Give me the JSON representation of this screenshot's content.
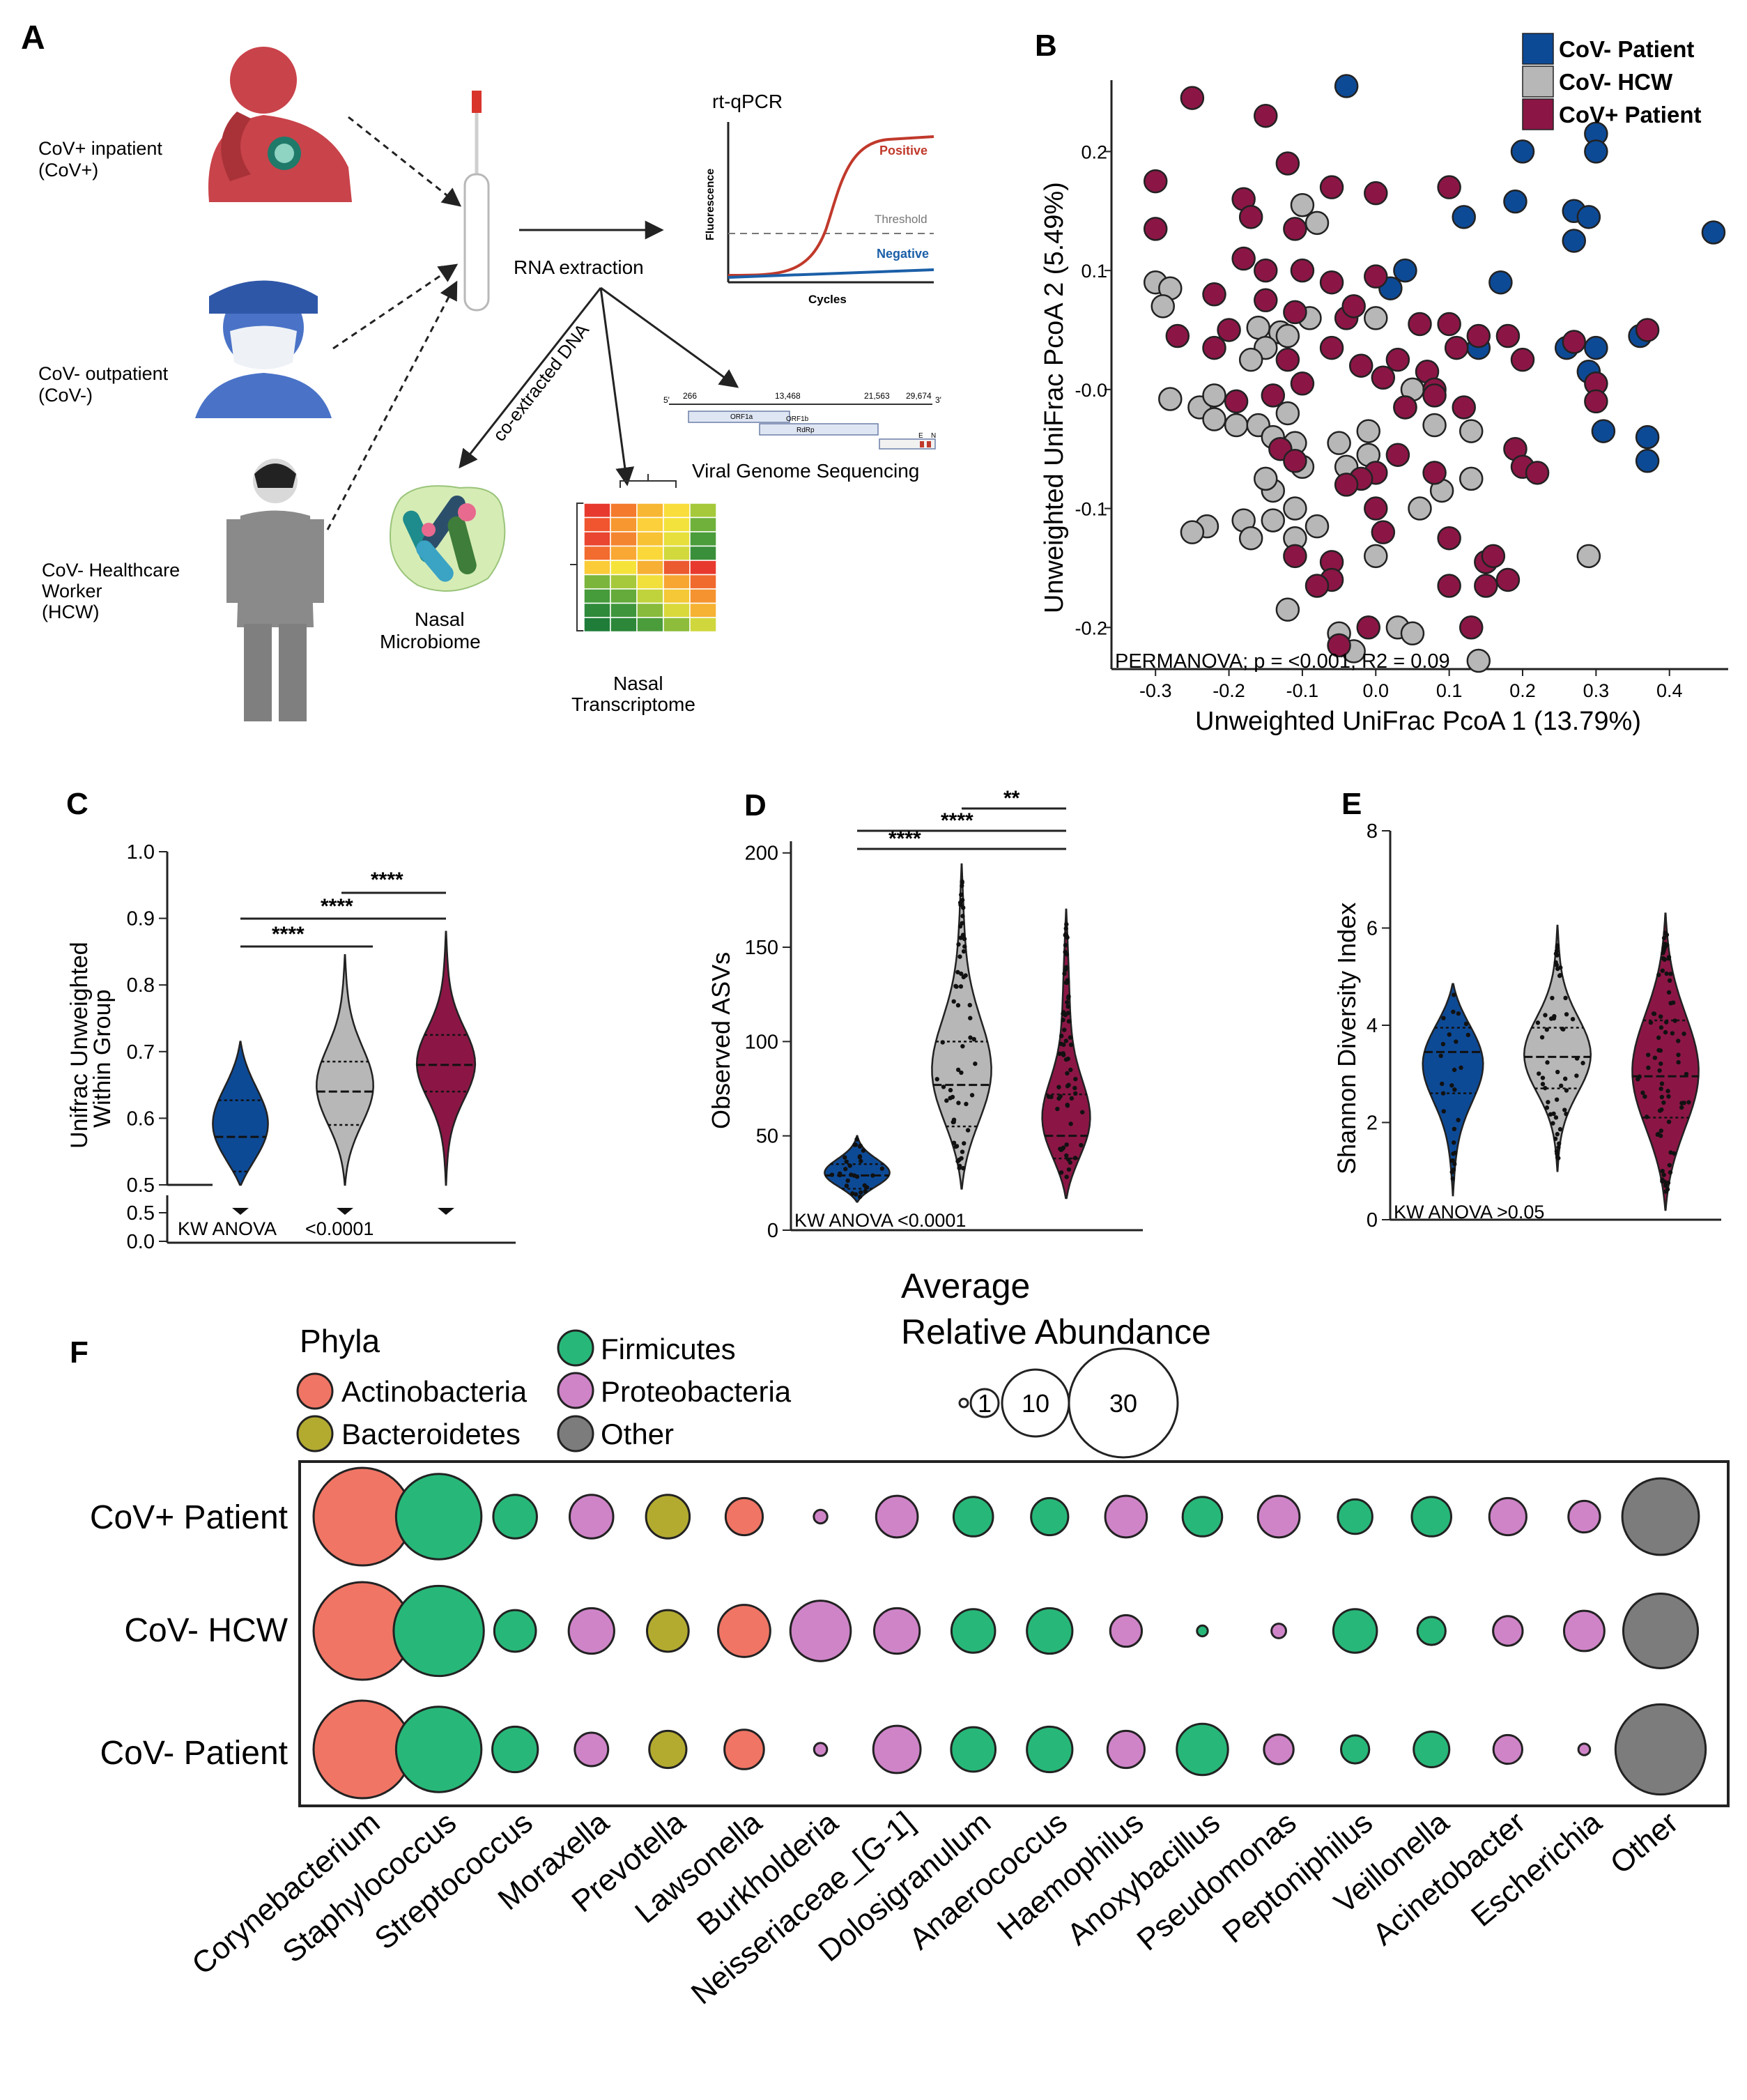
{
  "colors": {
    "cov_patient": "#0d4a96",
    "hcw": "#b7b7b7",
    "cov_plus": "#8b1646",
    "actinobacteria": "#f07565",
    "bacteroidetes": "#b3ab30",
    "firmicutes": "#27b879",
    "proteobacteria": "#cf84c8",
    "other": "#7c7c7c",
    "red_curve": "#c0392b",
    "blue_curve": "#1b5fa8"
  },
  "panels": {
    "A": "A",
    "B": "B",
    "C": "C",
    "D": "D",
    "E": "E",
    "F": "F"
  },
  "panelA": {
    "cov_plus_label": "CoV+ inpatient",
    "cov_plus_abbr": "(CoV+)",
    "cov_minus_label": "CoV- outpatient",
    "cov_minus_abbr": "(CoV-)",
    "hcw_label_1": "CoV- Healthcare",
    "hcw_label_2": "Worker",
    "hcw_abbr": "(HCW)",
    "rna_extraction": "RNA extraction",
    "coextracted": "co-extracted DNA",
    "rtqpcr": "rt-qPCR",
    "fluorescence": "Fluorescence",
    "cycles": "Cycles",
    "positive": "Positive",
    "negative": "Negative",
    "threshold": "Threshold",
    "viral_seq": "Viral Genome Sequencing",
    "genome_5p": "5'",
    "genome_3p": "3'",
    "genome_pos": [
      "266",
      "13,468",
      "21,563",
      "29,674"
    ],
    "orf1a": "ORF1a",
    "orf1b": "ORF1b",
    "rdrp": "RdRp",
    "e_gene": "E",
    "n_gene": "N",
    "microbiome_1": "Nasal",
    "microbiome_2": "Microbiome",
    "transcriptome_1": "Nasal",
    "transcriptome_2": "Transcriptome",
    "heatmap": [
      [
        "#e8392e",
        "#f47a2d",
        "#f8b732",
        "#f9dd3a",
        "#a5c93a"
      ],
      [
        "#f0552f",
        "#f6972f",
        "#fbd03a",
        "#f3e23c",
        "#6fb13b"
      ],
      [
        "#ea4530",
        "#f48530",
        "#f8c235",
        "#e6df3c",
        "#4b9c3b"
      ],
      [
        "#f26b2f",
        "#f9a834",
        "#fad83a",
        "#d1d93c",
        "#3a8f3a"
      ],
      [
        "#fbcb38",
        "#f6e33a",
        "#f7b033",
        "#ec5a2f",
        "#e8392e"
      ],
      [
        "#7bb53c",
        "#a6c83b",
        "#f1df3b",
        "#f7a632",
        "#f06a2e"
      ],
      [
        "#469b3b",
        "#64ab3b",
        "#c1d33c",
        "#f4c836",
        "#f49330"
      ],
      [
        "#2f8a3a",
        "#3f953b",
        "#88bb3b",
        "#d9d93c",
        "#f6b233"
      ],
      [
        "#1f7d39",
        "#2c8739",
        "#4b9c3b",
        "#8dbd3b",
        "#cfd73c"
      ]
    ]
  },
  "panelB": {
    "legend": [
      "CoV- Patient",
      "CoV- HCW",
      "CoV+ Patient"
    ],
    "xlabel": "Unweighted UniFrac PcoA 1 (13.79%)",
    "ylabel": "Unweighted UniFrac PcoA 2 (5.49%)",
    "xticks": [
      "-0.3",
      "-0.2",
      "-0.1",
      "0.0",
      "0.1",
      "0.2",
      "0.3",
      "0.4"
    ],
    "yticks": [
      "0.2",
      "0.1",
      "-0.0",
      "-0.1",
      "-0.2"
    ],
    "stat": "PERMANOVA; p = <0.001, R2 = 0.09"
  },
  "panelC": {
    "ylabel_1": "Unifrac Unweighted",
    "ylabel_2": "Within Group",
    "yticks": [
      "1.0",
      "0.9",
      "0.8",
      "0.7",
      "0.6",
      "0.5"
    ],
    "yticks_low": [
      "0.5",
      "0.0"
    ],
    "stat": "KW ANOVA",
    "pval": "<0.0001",
    "sig": [
      "****",
      "****",
      "****"
    ]
  },
  "panelD": {
    "ylabel": "Observed ASVs",
    "yticks": [
      "200",
      "150",
      "100",
      "50",
      "0"
    ],
    "stat": "KW ANOVA <0.0001",
    "sig": [
      "****",
      "****",
      "**"
    ]
  },
  "panelE": {
    "ylabel": "Shannon Diversity Index",
    "yticks": [
      "8",
      "6",
      "4",
      "2",
      "0"
    ],
    "stat": "KW ANOVA >0.05"
  },
  "panelF": {
    "phyla_title": "Phyla",
    "phyla": [
      "Actinobacteria",
      "Bacteroidetes",
      "Firmicutes",
      "Proteobacteria",
      "Other"
    ],
    "abund_title_1": "Average",
    "abund_title_2": "Relative Abundance",
    "abund_sizes": [
      "1",
      "10",
      "30"
    ],
    "rows": [
      "CoV+ Patient",
      "CoV- HCW",
      "CoV- Patient"
    ],
    "genera": [
      "Corynebacterium",
      "Staphylococcus",
      "Streptococcus",
      "Moraxella",
      "Prevotella",
      "Lawsonella",
      "Burkholderia",
      "Neisseriaceae_[G-1]",
      "Dolosigranulum",
      "Anaerococcus",
      "Haemophilus",
      "Anoxybacillus",
      "Pseudomonas",
      "Peptoniphilus",
      "Veillonella",
      "Acinetobacter",
      "Escherichia",
      "Other"
    ]
  },
  "chart_data": [
    {
      "type": "scatter",
      "panel": "B",
      "xlabel": "Unweighted UniFrac PcoA 1 (13.79%)",
      "ylabel": "Unweighted UniFrac PcoA 2 (5.49%)",
      "xlim": [
        -0.36,
        0.48
      ],
      "ylim": [
        -0.235,
        0.26
      ],
      "series": [
        {
          "name": "CoV- Patient",
          "points": [
            [
              -0.04,
              0.255
            ],
            [
              0.3,
              0.215
            ],
            [
              0.3,
              0.2
            ],
            [
              0.2,
              0.2
            ],
            [
              0.27,
              0.15
            ],
            [
              0.29,
              0.145
            ],
            [
              0.27,
              0.125
            ],
            [
              0.46,
              0.132
            ],
            [
              0.19,
              0.158
            ],
            [
              0.12,
              0.145
            ],
            [
              0.04,
              0.1
            ],
            [
              0.02,
              0.085
            ],
            [
              0.14,
              0.035
            ],
            [
              0.26,
              0.035
            ],
            [
              0.3,
              0.035
            ],
            [
              0.29,
              0.015
            ],
            [
              0.36,
              0.045
            ],
            [
              0.31,
              -0.035
            ],
            [
              0.37,
              -0.04
            ],
            [
              0.37,
              -0.06
            ],
            [
              0.17,
              0.09
            ]
          ]
        },
        {
          "name": "CoV- HCW",
          "points": [
            [
              -0.3,
              0.09
            ],
            [
              -0.28,
              0.085
            ],
            [
              -0.29,
              0.07
            ],
            [
              -0.16,
              0.052
            ],
            [
              -0.13,
              0.048
            ],
            [
              -0.12,
              0.045
            ],
            [
              -0.09,
              0.06
            ],
            [
              -0.15,
              0.035
            ],
            [
              -0.17,
              0.025
            ],
            [
              -0.28,
              -0.008
            ],
            [
              -0.24,
              -0.015
            ],
            [
              -0.22,
              -0.005
            ],
            [
              -0.22,
              -0.025
            ],
            [
              -0.19,
              -0.03
            ],
            [
              -0.16,
              -0.03
            ],
            [
              -0.14,
              -0.04
            ],
            [
              -0.12,
              -0.02
            ],
            [
              -0.11,
              -0.045
            ],
            [
              -0.1,
              -0.065
            ],
            [
              -0.14,
              -0.085
            ],
            [
              -0.15,
              -0.075
            ],
            [
              -0.11,
              -0.1
            ],
            [
              -0.14,
              -0.11
            ],
            [
              -0.18,
              -0.11
            ],
            [
              -0.17,
              -0.125
            ],
            [
              -0.23,
              -0.115
            ],
            [
              -0.25,
              -0.12
            ],
            [
              -0.11,
              -0.125
            ],
            [
              -0.08,
              -0.115
            ],
            [
              -0.05,
              -0.045
            ],
            [
              -0.04,
              -0.065
            ],
            [
              -0.01,
              -0.055
            ],
            [
              -0.01,
              -0.035
            ],
            [
              0.0,
              0.06
            ],
            [
              0.05,
              0.0
            ],
            [
              0.08,
              -0.03
            ],
            [
              0.13,
              -0.035
            ],
            [
              0.13,
              -0.075
            ],
            [
              0.09,
              -0.085
            ],
            [
              0.06,
              -0.1
            ],
            [
              0.0,
              -0.14
            ],
            [
              -0.12,
              -0.185
            ],
            [
              -0.05,
              -0.205
            ],
            [
              -0.03,
              -0.22
            ],
            [
              0.03,
              -0.2
            ],
            [
              0.05,
              -0.205
            ],
            [
              0.14,
              -0.228
            ],
            [
              0.29,
              -0.14
            ],
            [
              -0.1,
              0.155
            ],
            [
              -0.08,
              0.14
            ]
          ]
        },
        {
          "name": "CoV+ Patient",
          "points": [
            [
              -0.3,
              0.175
            ],
            [
              -0.3,
              0.135
            ],
            [
              -0.25,
              0.245
            ],
            [
              -0.15,
              0.23
            ],
            [
              -0.12,
              0.19
            ],
            [
              -0.18,
              0.16
            ],
            [
              -0.17,
              0.145
            ],
            [
              -0.11,
              0.135
            ],
            [
              -0.06,
              0.17
            ],
            [
              0.0,
              0.165
            ],
            [
              0.1,
              0.17
            ],
            [
              0.0,
              0.095
            ],
            [
              -0.18,
              0.11
            ],
            [
              -0.22,
              0.08
            ],
            [
              -0.15,
              0.1
            ],
            [
              -0.15,
              0.075
            ],
            [
              -0.1,
              0.1
            ],
            [
              -0.06,
              0.09
            ],
            [
              -0.04,
              0.06
            ],
            [
              -0.03,
              0.07
            ],
            [
              -0.11,
              0.065
            ],
            [
              -0.2,
              0.05
            ],
            [
              -0.27,
              0.045
            ],
            [
              -0.22,
              0.035
            ],
            [
              -0.12,
              0.025
            ],
            [
              -0.1,
              0.005
            ],
            [
              -0.14,
              -0.005
            ],
            [
              -0.19,
              -0.01
            ],
            [
              -0.13,
              -0.05
            ],
            [
              -0.11,
              -0.06
            ],
            [
              -0.06,
              0.035
            ],
            [
              -0.02,
              0.02
            ],
            [
              0.01,
              0.01
            ],
            [
              0.03,
              0.025
            ],
            [
              0.06,
              0.055
            ],
            [
              0.1,
              0.055
            ],
            [
              0.07,
              0.015
            ],
            [
              0.11,
              0.035
            ],
            [
              0.14,
              0.045
            ],
            [
              0.18,
              0.045
            ],
            [
              0.2,
              0.025
            ],
            [
              0.27,
              0.04
            ],
            [
              0.08,
              0.0
            ],
            [
              0.08,
              -0.005
            ],
            [
              0.04,
              -0.015
            ],
            [
              0.12,
              -0.015
            ],
            [
              0.3,
              0.005
            ],
            [
              0.3,
              -0.01
            ],
            [
              0.03,
              -0.055
            ],
            [
              0.0,
              -0.07
            ],
            [
              -0.02,
              -0.075
            ],
            [
              -0.04,
              -0.08
            ],
            [
              0.08,
              -0.07
            ],
            [
              0.19,
              -0.05
            ],
            [
              0.2,
              -0.065
            ],
            [
              0.22,
              -0.07
            ],
            [
              -0.11,
              -0.14
            ],
            [
              -0.06,
              -0.145
            ],
            [
              -0.06,
              -0.16
            ],
            [
              -0.08,
              -0.165
            ],
            [
              0.0,
              -0.1
            ],
            [
              0.1,
              -0.125
            ],
            [
              0.15,
              -0.145
            ],
            [
              0.16,
              -0.14
            ],
            [
              0.15,
              -0.165
            ],
            [
              0.18,
              -0.16
            ],
            [
              0.1,
              -0.165
            ],
            [
              -0.01,
              -0.2
            ],
            [
              -0.05,
              -0.215
            ],
            [
              0.13,
              -0.2
            ],
            [
              0.37,
              0.05
            ],
            [
              0.04,
              -0.015
            ],
            [
              0.01,
              -0.12
            ]
          ]
        }
      ]
    },
    {
      "type": "violin",
      "panel": "C",
      "ylabel": "Unifrac Unweighted Within Group",
      "ylim": [
        0.5,
        1.0
      ],
      "groups": [
        {
          "name": "CoV- Patient",
          "median": 0.572,
          "q1": 0.52,
          "q3": 0.627,
          "min": 0.5,
          "max": 0.715
        },
        {
          "name": "CoV- HCW",
          "median": 0.64,
          "q1": 0.59,
          "q3": 0.685,
          "min": 0.5,
          "max": 0.845
        },
        {
          "name": "CoV+ Patient",
          "median": 0.68,
          "q1": 0.64,
          "q3": 0.725,
          "min": 0.5,
          "max": 0.88
        }
      ]
    },
    {
      "type": "violin",
      "panel": "D",
      "ylabel": "Observed ASVs",
      "ylim": [
        0,
        200
      ],
      "groups": [
        {
          "name": "CoV- Patient",
          "median": 29,
          "q1": 22,
          "q3": 35,
          "min": 15,
          "max": 50
        },
        {
          "name": "CoV- HCW",
          "median": 77,
          "q1": 55,
          "q3": 100,
          "min": 22,
          "max": 194
        },
        {
          "name": "CoV+ Patient",
          "median": 50,
          "q1": 38,
          "q3": 72,
          "min": 17,
          "max": 170
        }
      ]
    },
    {
      "type": "violin",
      "panel": "E",
      "ylabel": "Shannon Diversity Index",
      "ylim": [
        0,
        8
      ],
      "groups": [
        {
          "name": "CoV- Patient",
          "median": 3.45,
          "q1": 2.6,
          "q3": 3.95,
          "min": 0.5,
          "max": 4.85
        },
        {
          "name": "CoV- HCW",
          "median": 3.35,
          "q1": 2.7,
          "q3": 3.95,
          "min": 1.0,
          "max": 6.05
        },
        {
          "name": "CoV+ Patient",
          "median": 2.95,
          "q1": 2.1,
          "q3": 4.1,
          "min": 0.2,
          "max": 6.3
        }
      ]
    },
    {
      "type": "bubble",
      "panel": "F",
      "rows": [
        "CoV+ Patient",
        "CoV- HCW",
        "CoV- Patient"
      ],
      "columns": [
        "Corynebacterium",
        "Staphylococcus",
        "Streptococcus",
        "Moraxella",
        "Prevotella",
        "Lawsonella",
        "Burkholderia",
        "Neisseriaceae_[G-1]",
        "Dolosigranulum",
        "Anaerococcus",
        "Haemophilus",
        "Anoxybacillus",
        "Pseudomonas",
        "Peptoniphilus",
        "Veillonella",
        "Acinetobacter",
        "Escherichia",
        "Other"
      ],
      "phylum": [
        "Actinobacteria",
        "Firmicutes",
        "Firmicutes",
        "Proteobacteria",
        "Bacteroidetes",
        "Actinobacteria",
        "Proteobacteria",
        "Proteobacteria",
        "Firmicutes",
        "Firmicutes",
        "Proteobacteria",
        "Firmicutes",
        "Proteobacteria",
        "Firmicutes",
        "Firmicutes",
        "Proteobacteria",
        "Proteobacteria",
        "Other"
      ],
      "values": [
        [
          30,
          22,
          4,
          4,
          4,
          2.5,
          0.6,
          3.5,
          3,
          2.5,
          3.5,
          3,
          3.5,
          2,
          3,
          2.5,
          1.5,
          17
        ],
        [
          30,
          25,
          3.5,
          4.5,
          3.5,
          6.5,
          9.5,
          4.5,
          4,
          4.5,
          1.5,
          0.2,
          0.8,
          4,
          1,
          1.2,
          3.2,
          16
        ],
        [
          30,
          22,
          4.5,
          1.8,
          2.5,
          3,
          0.5,
          5,
          4.2,
          4.5,
          2.5,
          6.2,
          1.2,
          1,
          2.2,
          1.1,
          0.3,
          25
        ]
      ]
    }
  ]
}
